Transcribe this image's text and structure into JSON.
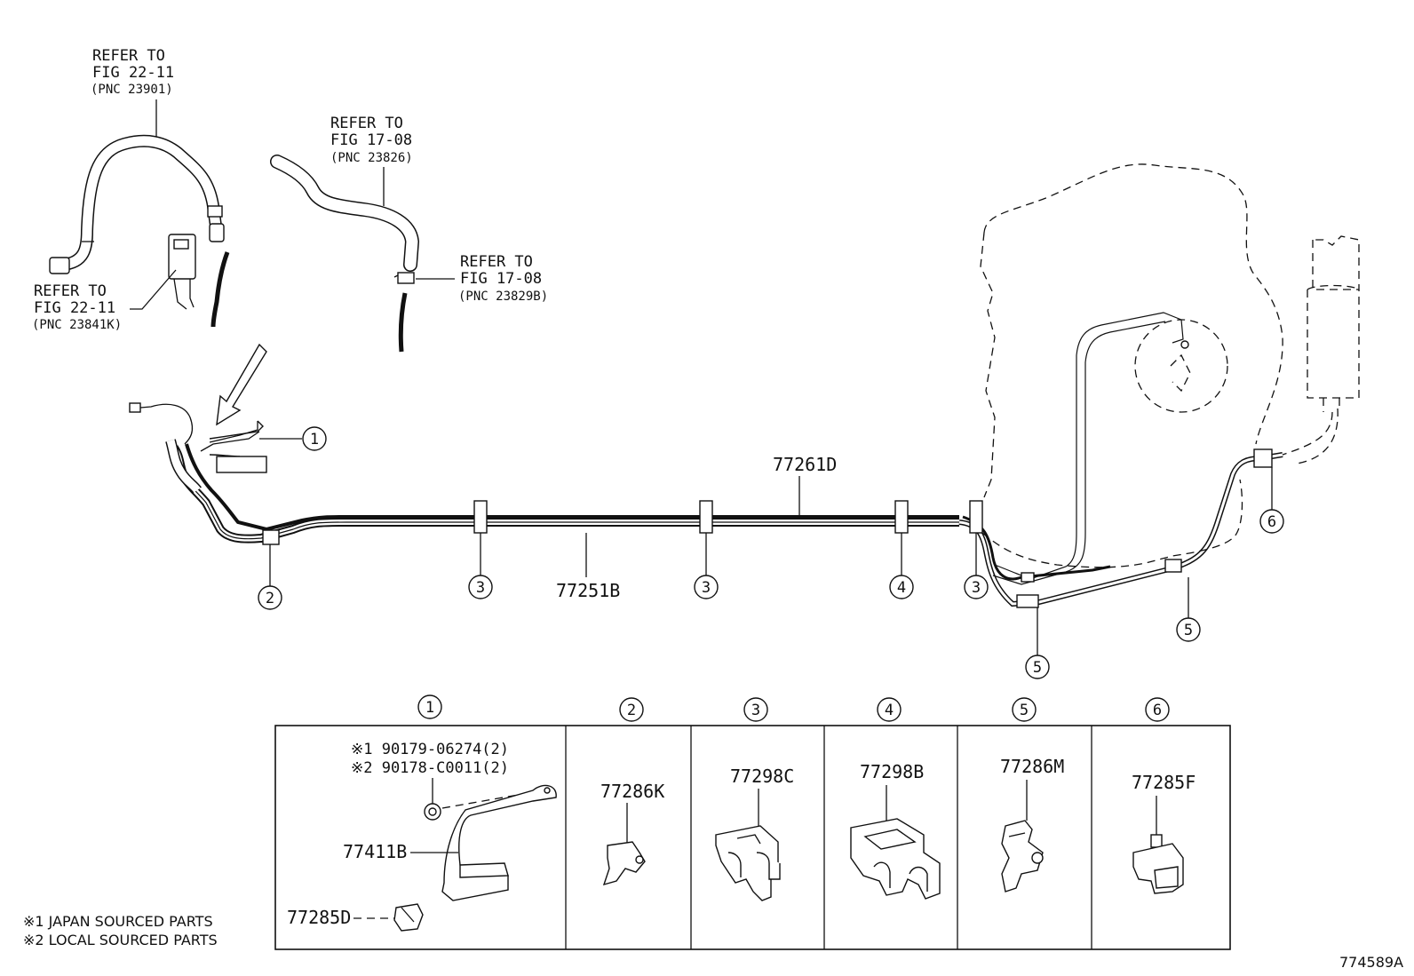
{
  "refs": {
    "r1": {
      "line1": "REFER TO",
      "line2": "FIG 22-11",
      "line3": "(PNC 23901)"
    },
    "r2": {
      "line1": "REFER TO",
      "line2": "FIG 17-08",
      "line3": "(PNC 23826)"
    },
    "r3": {
      "line1": "REFER TO",
      "line2": "FIG 17-08",
      "line3": "(PNC 23829B)"
    },
    "r4": {
      "line1": "REFER TO",
      "line2": "FIG 22-11",
      "line3": "(PNC 23841K)"
    }
  },
  "main_parts": {
    "upper_line": "77261D",
    "lower_line": "77251B"
  },
  "callouts": [
    "1",
    "2",
    "3",
    "4",
    "5",
    "6"
  ],
  "table": {
    "headers": [
      "1",
      "2",
      "3",
      "4",
      "5",
      "6"
    ],
    "cell1": {
      "note1": "※1 90179-06274(2)",
      "note2": "※2 90178-C0011(2)",
      "part_a": "77411B",
      "part_b": "77285D"
    },
    "cell2": "77286K",
    "cell3": "77298C",
    "cell4": "77298B",
    "cell5": "77286M",
    "cell6": "77285F"
  },
  "footnotes": {
    "n1": "※1 JAPAN SOURCED PARTS",
    "n2": "※2 LOCAL SOURCED PARTS"
  },
  "figure_id": "774589A"
}
